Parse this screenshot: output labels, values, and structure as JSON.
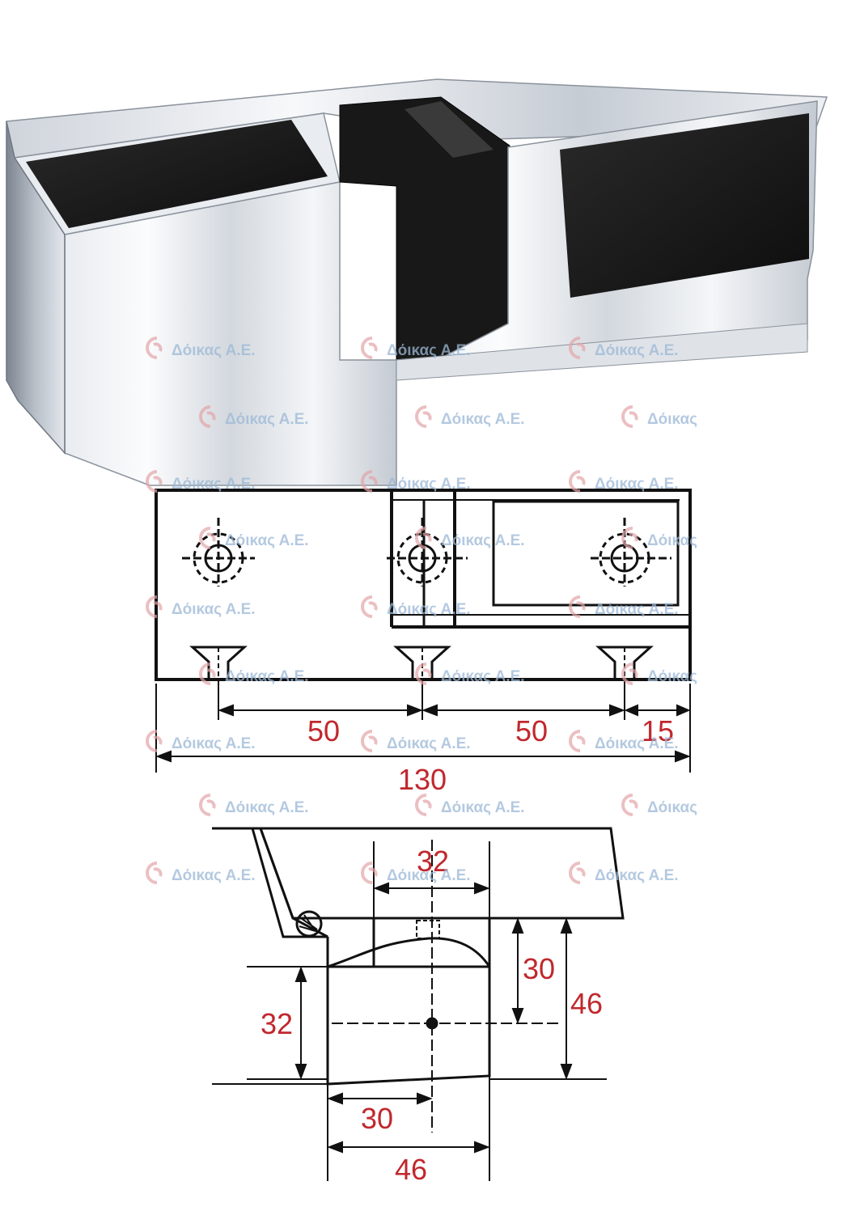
{
  "watermark": {
    "text": "Δόικας Α.Ε.",
    "text_cut": "Δόικας"
  },
  "colors": {
    "dimension_text": "#c0282d",
    "linework": "#111111",
    "watermark": "#9bb8d6",
    "chrome_light": "#f2f4f7",
    "chrome_dark": "#7d8591",
    "black_inserts": "#141414"
  },
  "front_view": {
    "dimensions": {
      "d1": "50",
      "d2": "50",
      "d3": "15",
      "overall": "130"
    }
  },
  "side_view": {
    "dimensions": {
      "top_width": "32",
      "upper_height": "30",
      "total_height": "46",
      "left_height": "32",
      "bottom_small": "30",
      "bottom_total": "46"
    }
  }
}
